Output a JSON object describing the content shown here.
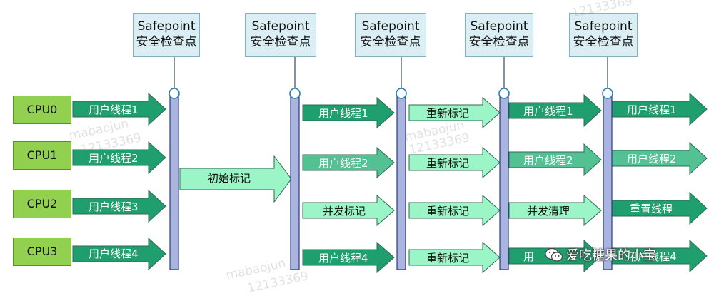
{
  "safepoints": [
    {
      "line1": "Safepoint",
      "line2": "安全检查点"
    },
    {
      "line1": "Safepoint",
      "line2": "安全检查点"
    },
    {
      "line1": "Safepoint",
      "line2": "安全检查点"
    },
    {
      "line1": "Safepoint",
      "line2": "安全检查点"
    },
    {
      "line1": "Safepoint",
      "line2": "安全检查点"
    }
  ],
  "cpus": [
    "CPU0",
    "CPU1",
    "CPU2",
    "CPU3"
  ],
  "phase1_labels": [
    "用户线程1",
    "用户线程2",
    "用户线程3",
    "用户线程4"
  ],
  "initial_mark_label": "初始标记",
  "phase3_labels": [
    "用户线程1",
    "用户线程2",
    "并发标记",
    "用户线程4"
  ],
  "phase4_labels": [
    "重新标记",
    "重新标记",
    "重新标记",
    "重新标记"
  ],
  "phase5_labels": [
    "用户线程1",
    "用户线程2",
    "并发清理",
    "用"
  ],
  "phase6_labels": [
    "用户线程1",
    "用户线程2",
    "重置线程",
    "用户线程4"
  ],
  "watermark_texts": [
    "mabaojun",
    "12133369",
    "mabaojun",
    "12133369",
    "mabaojun",
    "12133369",
    "12133369"
  ],
  "credit_text": "爱吃糖果的小宝",
  "colors": {
    "user_thread_arrow": "#1f9e6e",
    "gc_arrow": "#9cf5c6",
    "cpu_box": "#92d050",
    "safepoint_box": "#daeef3",
    "safepoint_bar": "#aab4e0"
  }
}
